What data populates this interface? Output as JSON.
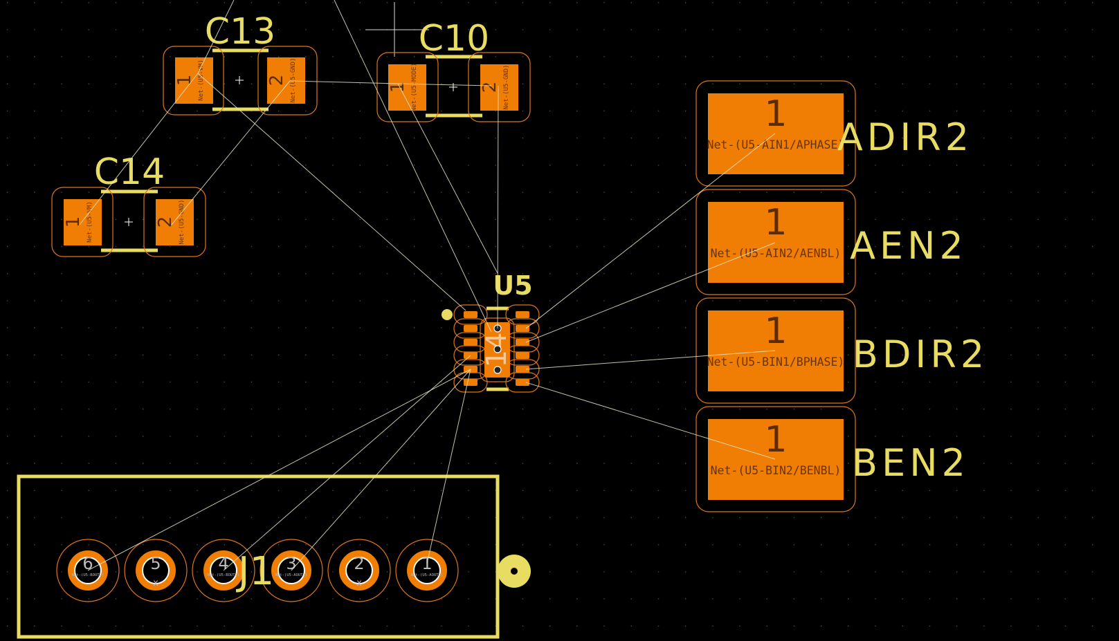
{
  "app": {
    "view": "PCB layout editor canvas"
  },
  "colors": {
    "background": "#000000",
    "copper_pad": "#f07d04",
    "silkscreen": "#e8dd62",
    "courtyard": "#e0761a",
    "ratsnest": "#e6e6c8"
  },
  "footprints": {
    "C13": {
      "ref": "C13",
      "pads": [
        {
          "num": "1",
          "net": "Net-(U5-VM)"
        },
        {
          "num": "2",
          "net": "Net-(U5-GND)"
        }
      ]
    },
    "C10": {
      "ref": "C10",
      "pads": [
        {
          "num": "1",
          "net": "Net-(U5-MODE)"
        },
        {
          "num": "2",
          "net": "Net-(U5-GND)"
        }
      ]
    },
    "C14": {
      "ref": "C14",
      "pads": [
        {
          "num": "1",
          "net": "Net-(U5-VM)"
        },
        {
          "num": "2",
          "net": "Net-(U5-GND)"
        }
      ]
    },
    "U5": {
      "ref": "U5",
      "exposed_pad": "14"
    },
    "J1": {
      "ref": "J1",
      "pads": [
        {
          "num": "6",
          "net": "Net-(U5-BOUT2)"
        },
        {
          "num": "5",
          "net": "x"
        },
        {
          "num": "4",
          "net": "Net-(U5-BOUT1)"
        },
        {
          "num": "3",
          "net": "Net-(U5-AOUT1)"
        },
        {
          "num": "2",
          "net": "x"
        },
        {
          "num": "1",
          "net": "Net-(U5-AOUT2)"
        }
      ]
    },
    "test_points": [
      {
        "label": "ADIR2",
        "num": "1",
        "net": "Net-(U5-AIN1/APHASE)"
      },
      {
        "label": "AEN2",
        "num": "1",
        "net": "Net-(U5-AIN2/AENBL)"
      },
      {
        "label": "BDIR2",
        "num": "1",
        "net": "Net-(U5-BIN1/BPHASE)"
      },
      {
        "label": "BEN2",
        "num": "1",
        "net": "Net-(U5-BIN2/BENBL)"
      }
    ]
  }
}
